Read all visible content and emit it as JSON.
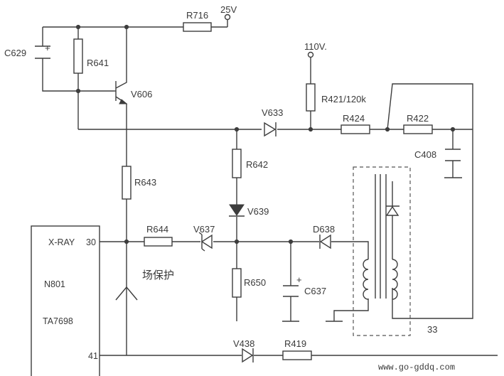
{
  "ic": {
    "ref": "N801",
    "part": "TA7698",
    "pin30_name": "X-RAY",
    "pin30_num": "30",
    "pin41_num": "41"
  },
  "supplies": {
    "v25": "25V",
    "v110": "110V."
  },
  "resistors": {
    "r716": "R716",
    "r641": "R641",
    "r643": "R643",
    "r642": "R642",
    "r644": "R644",
    "r650": "R650",
    "r421": "R421/120k",
    "r424": "R424",
    "r422": "R422",
    "r419": "R419"
  },
  "capacitors": {
    "c629": "C629",
    "c408": "C408",
    "c637": "C637",
    "plus": "+"
  },
  "semis": {
    "v606": "V606",
    "v633": "V633",
    "v639": "V639",
    "v637": "V637",
    "d638": "D638",
    "v438": "V438"
  },
  "transformer": {
    "ref": "33"
  },
  "annotation": {
    "field_protect": "场保护"
  },
  "watermark": "www.go-gddq.com"
}
